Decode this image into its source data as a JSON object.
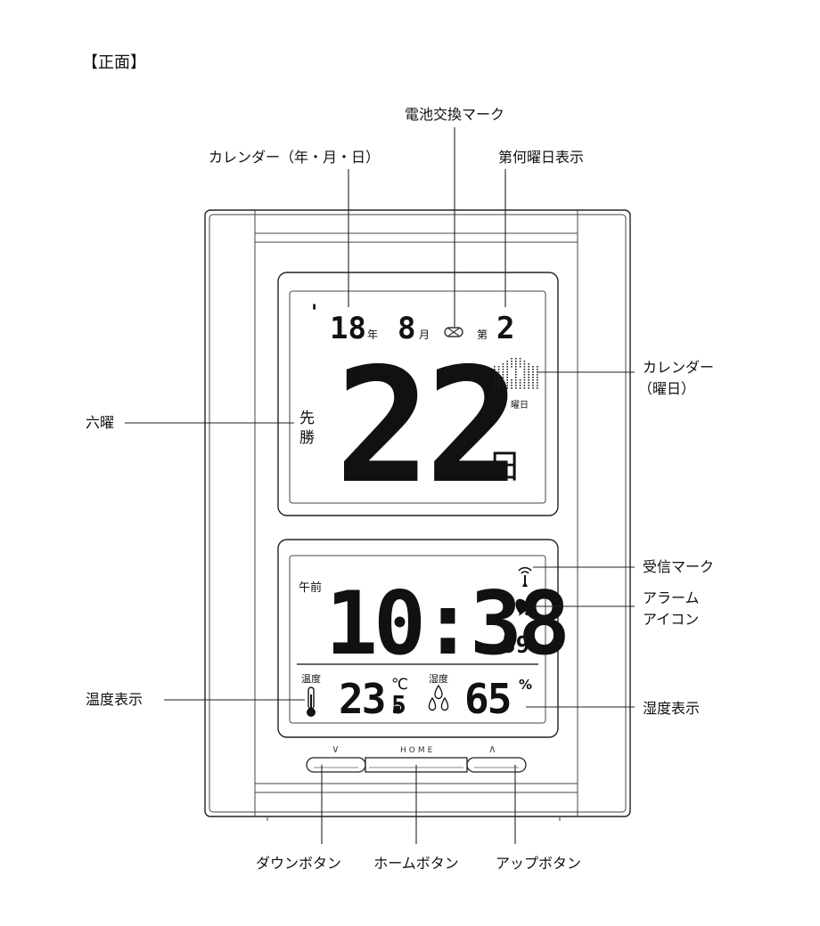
{
  "section_title": "【正面】",
  "labels": {
    "battery_mark": "電池交換マーク",
    "calendar_ymd": "カレンダー（年・月・日）",
    "week_number_display": "第何曜日表示",
    "calendar_weekday": [
      "カレンダー",
      "（曜日）"
    ],
    "rokuyo": "六曜",
    "reception_mark": "受信マーク",
    "alarm_icon": [
      "アラーム",
      "アイコン"
    ],
    "temperature_display": "温度表示",
    "humidity_display": "湿度表示",
    "down_button": "ダウンボタン",
    "home_button": "ホームボタン",
    "up_button": "アップボタン"
  },
  "calendar_screen": {
    "year_apostrophe": "'",
    "year": "18",
    "year_unit": "年",
    "month": "8",
    "month_unit": "月",
    "week_prefix": "第",
    "week_number": "2",
    "day": "22",
    "day_unit": "日",
    "rokuyo": [
      "先",
      "勝"
    ],
    "weekday_caption": "曜日"
  },
  "clock_screen": {
    "ampm": "午前",
    "time": "10:38",
    "seconds": "59",
    "temp_label": "温度",
    "temperature_int": "23.",
    "temperature_dec": "5",
    "temp_unit": "℃",
    "humid_label": "湿度",
    "humidity": "65",
    "humid_unit": "%"
  },
  "buttons": {
    "down_symbol": "∨",
    "home_label": "HOME",
    "up_symbol": "∧"
  }
}
